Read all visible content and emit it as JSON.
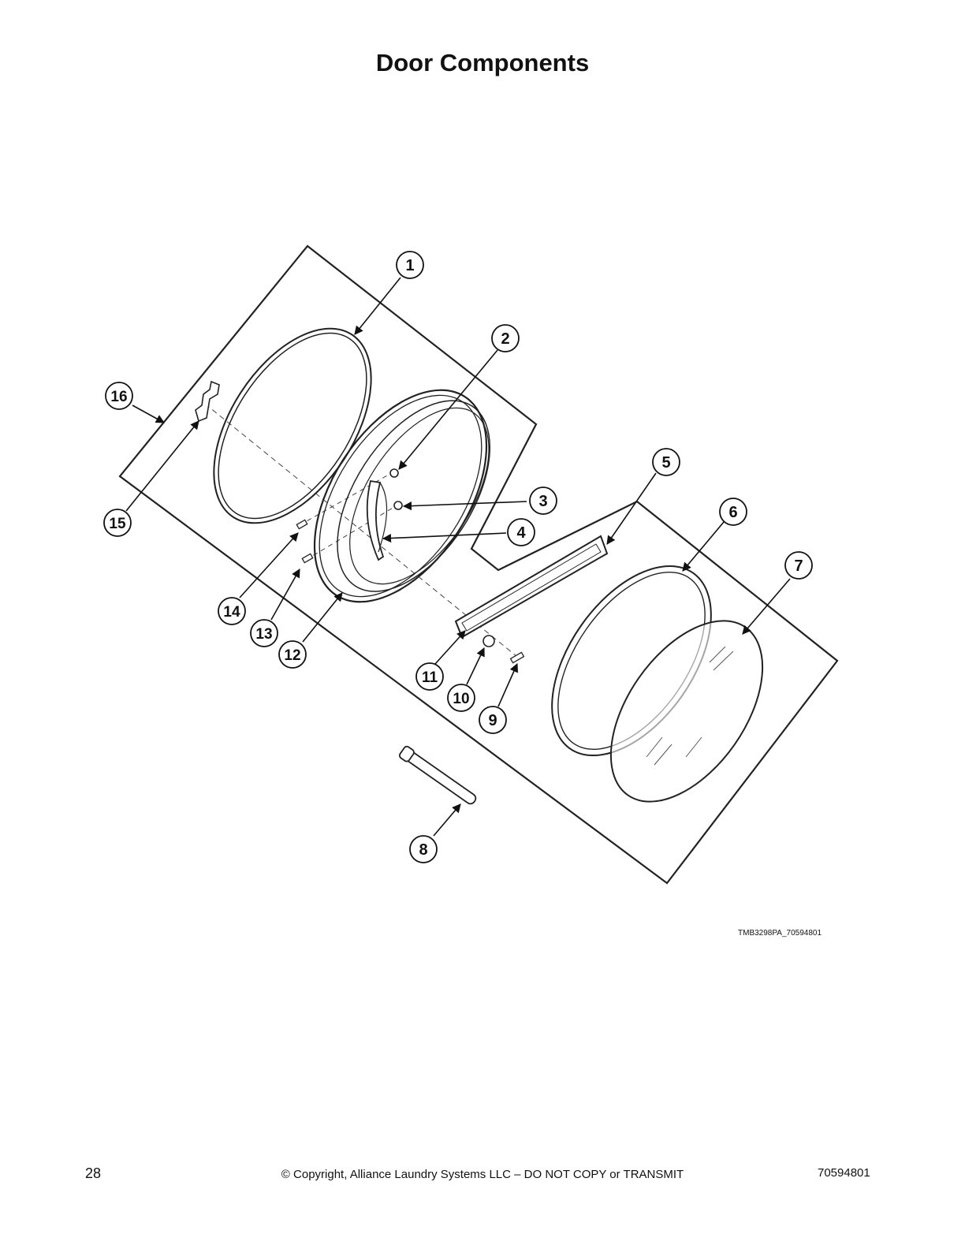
{
  "page": {
    "title": "Door Components",
    "figure_ref": "TMB3298PA_70594801",
    "page_number": "28",
    "copyright": "© Copyright, Alliance Laundry Systems LLC – DO NOT COPY or TRANSMIT",
    "doc_number": "70594801"
  },
  "callouts": [
    {
      "num": "1"
    },
    {
      "num": "2"
    },
    {
      "num": "3"
    },
    {
      "num": "4"
    },
    {
      "num": "5"
    },
    {
      "num": "6"
    },
    {
      "num": "7"
    },
    {
      "num": "8"
    },
    {
      "num": "9"
    },
    {
      "num": "10"
    },
    {
      "num": "11"
    },
    {
      "num": "12"
    },
    {
      "num": "13"
    },
    {
      "num": "14"
    },
    {
      "num": "15"
    },
    {
      "num": "16"
    }
  ]
}
